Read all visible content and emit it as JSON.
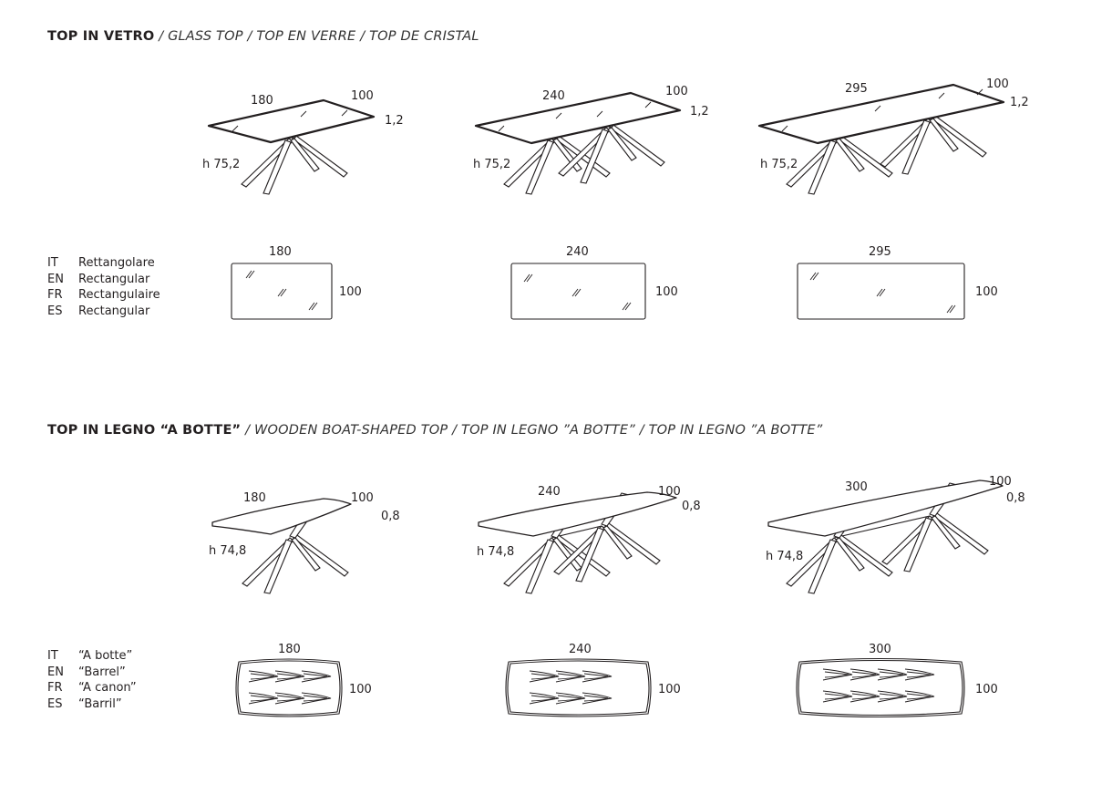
{
  "sections": [
    {
      "title_bold": "TOP IN VETRO",
      "title_rest": " / GLASS TOP / TOP EN VERRE / TOP DE CRISTAL",
      "tables": [
        {
          "length": "180",
          "width": "100",
          "thickness": "1,2",
          "height": "h 75,2"
        },
        {
          "length": "240",
          "width": "100",
          "thickness": "1,2",
          "height": "h 75,2"
        },
        {
          "length": "295",
          "width": "100",
          "thickness": "1,2",
          "height": "h 75,2"
        }
      ],
      "shape_names": [
        {
          "code": "IT",
          "name": "Rettangolare"
        },
        {
          "code": "EN",
          "name": "Rectangular"
        },
        {
          "code": "FR",
          "name": "Rectangulaire"
        },
        {
          "code": "ES",
          "name": "Rectangular"
        }
      ]
    },
    {
      "title_bold": "TOP IN LEGNO “A BOTTE”",
      "title_rest": " / WOODEN BOAT-SHAPED TOP / TOP IN LEGNO ”A BOTTE” / TOP IN LEGNO ”A BOTTE”",
      "tables": [
        {
          "length": "180",
          "width": "100",
          "thickness": "0,8",
          "height": "h 74,8"
        },
        {
          "length": "240",
          "width": "100",
          "thickness": "0,8",
          "height": "h 74,8"
        },
        {
          "length": "300",
          "width": "100",
          "thickness": "0,8",
          "height": "h 74,8"
        }
      ],
      "shape_names": [
        {
          "code": "IT",
          "name": "“A botte”"
        },
        {
          "code": "EN",
          "name": "“Barrel”"
        },
        {
          "code": "FR",
          "name": "“A canon”"
        },
        {
          "code": "ES",
          "name": "“Barril”"
        }
      ]
    }
  ]
}
